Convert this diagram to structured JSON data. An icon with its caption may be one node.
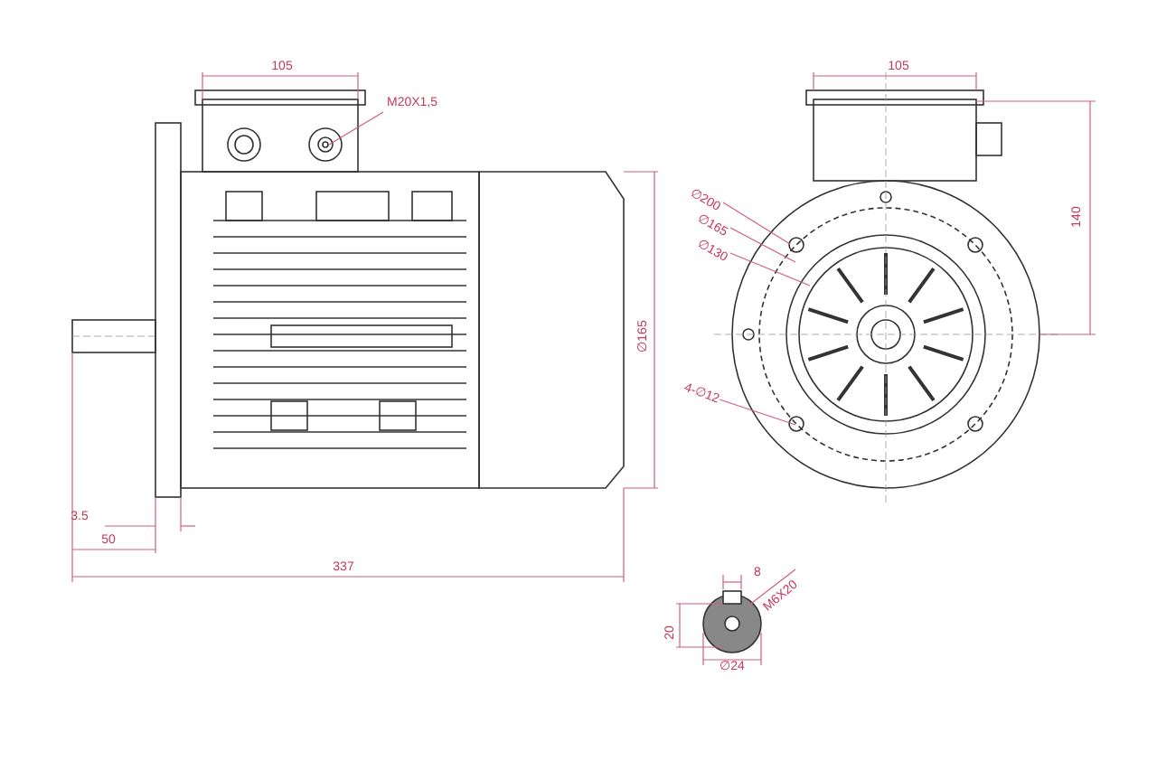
{
  "diagram": {
    "labels": [
      "105",
      "M20X1,5",
      "∅165",
      "3.5",
      "50",
      "337",
      "105",
      "140",
      "∅200",
      "∅165",
      "∅130",
      "4-∅12",
      "8",
      "M6X20",
      "20",
      "∅24"
    ]
  }
}
